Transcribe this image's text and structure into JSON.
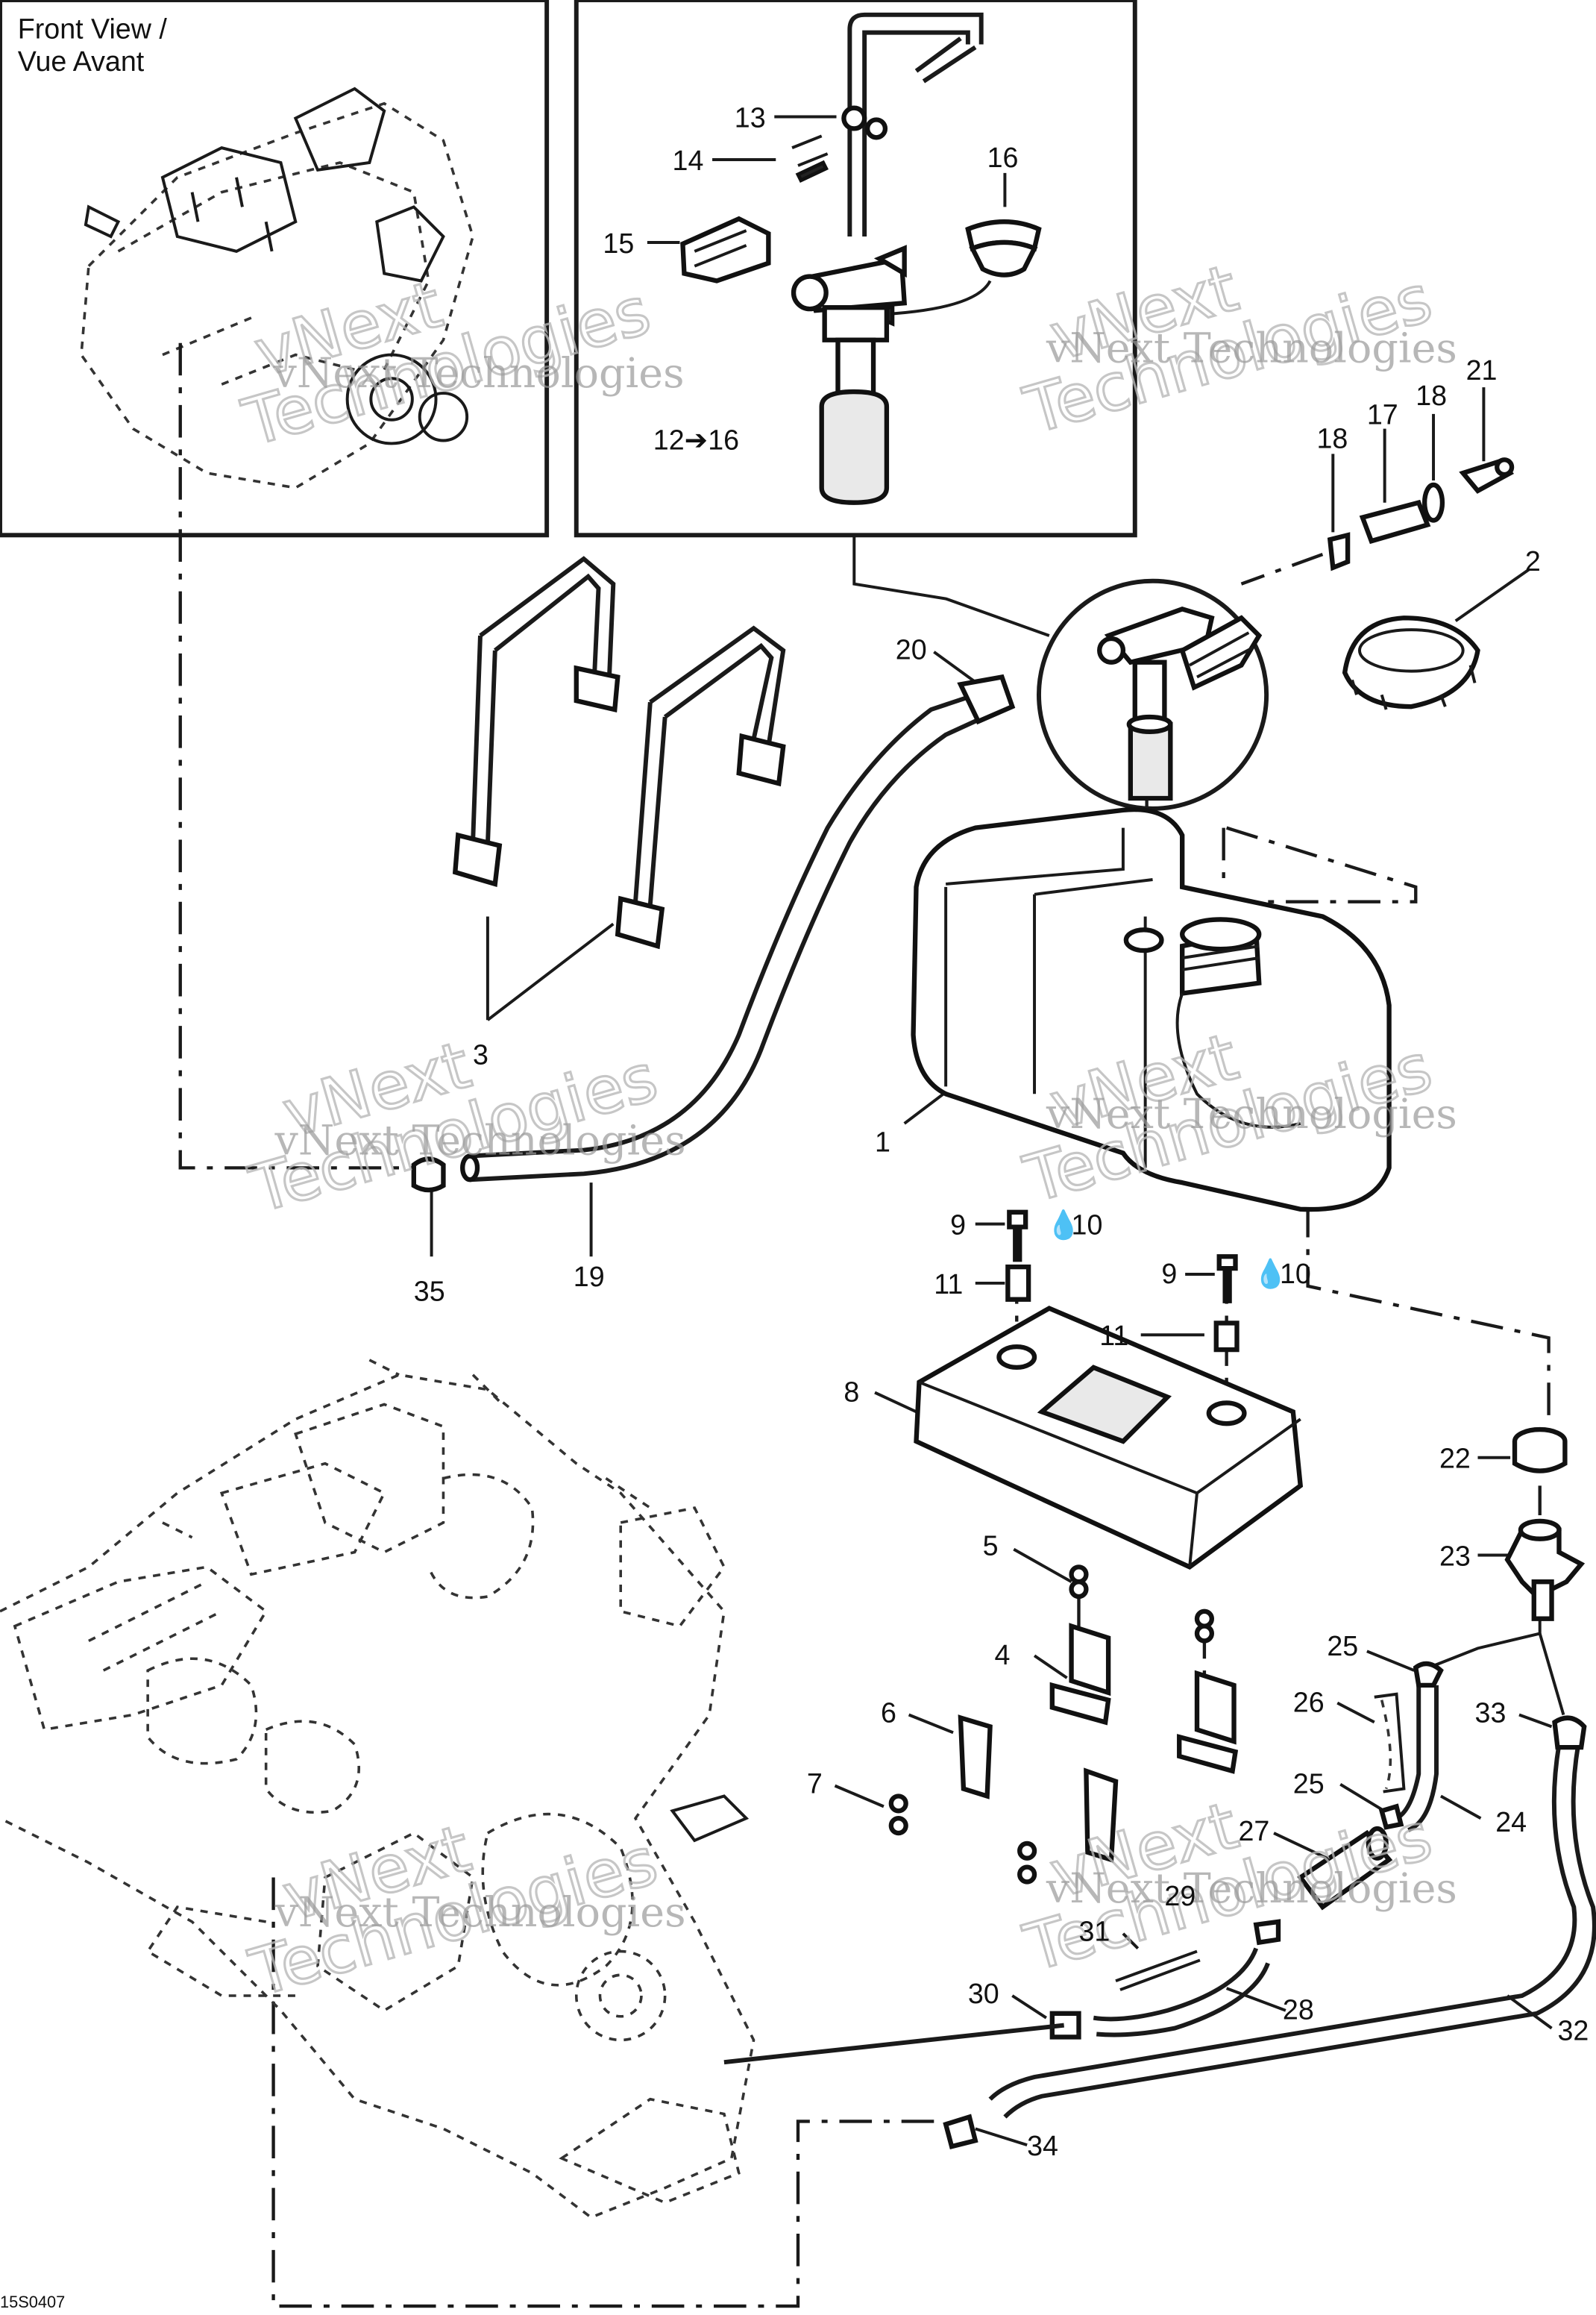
{
  "view_label_line1": "Front View /",
  "view_label_line2": "Vue Avant",
  "drawing_code": "15S0407",
  "watermark": {
    "company": "vNext Technologies",
    "outline_line1": "vNext",
    "outline_line2": "Technologies"
  },
  "callouts": {
    "c1": "1",
    "c2": "2",
    "c3": "3",
    "c4": "4",
    "c5": "5",
    "c6": "6",
    "c7": "7",
    "c8": "8",
    "c9a": "9",
    "c9b": "9",
    "c10a": "10",
    "c10b": "10",
    "c11a": "11",
    "c11b": "11",
    "c12to16": "12➔16",
    "c13": "13",
    "c14": "14",
    "c15": "15",
    "c16": "16",
    "c17": "17",
    "c18a": "18",
    "c18b": "18",
    "c19": "19",
    "c20": "20",
    "c21": "21",
    "c22": "22",
    "c23": "23",
    "c24": "24",
    "c25a": "25",
    "c25b": "25",
    "c26": "26",
    "c27": "27",
    "c28": "28",
    "c29": "29",
    "c30": "30",
    "c31": "31",
    "c32": "32",
    "c33": "33",
    "c34": "34",
    "c35": "35"
  }
}
